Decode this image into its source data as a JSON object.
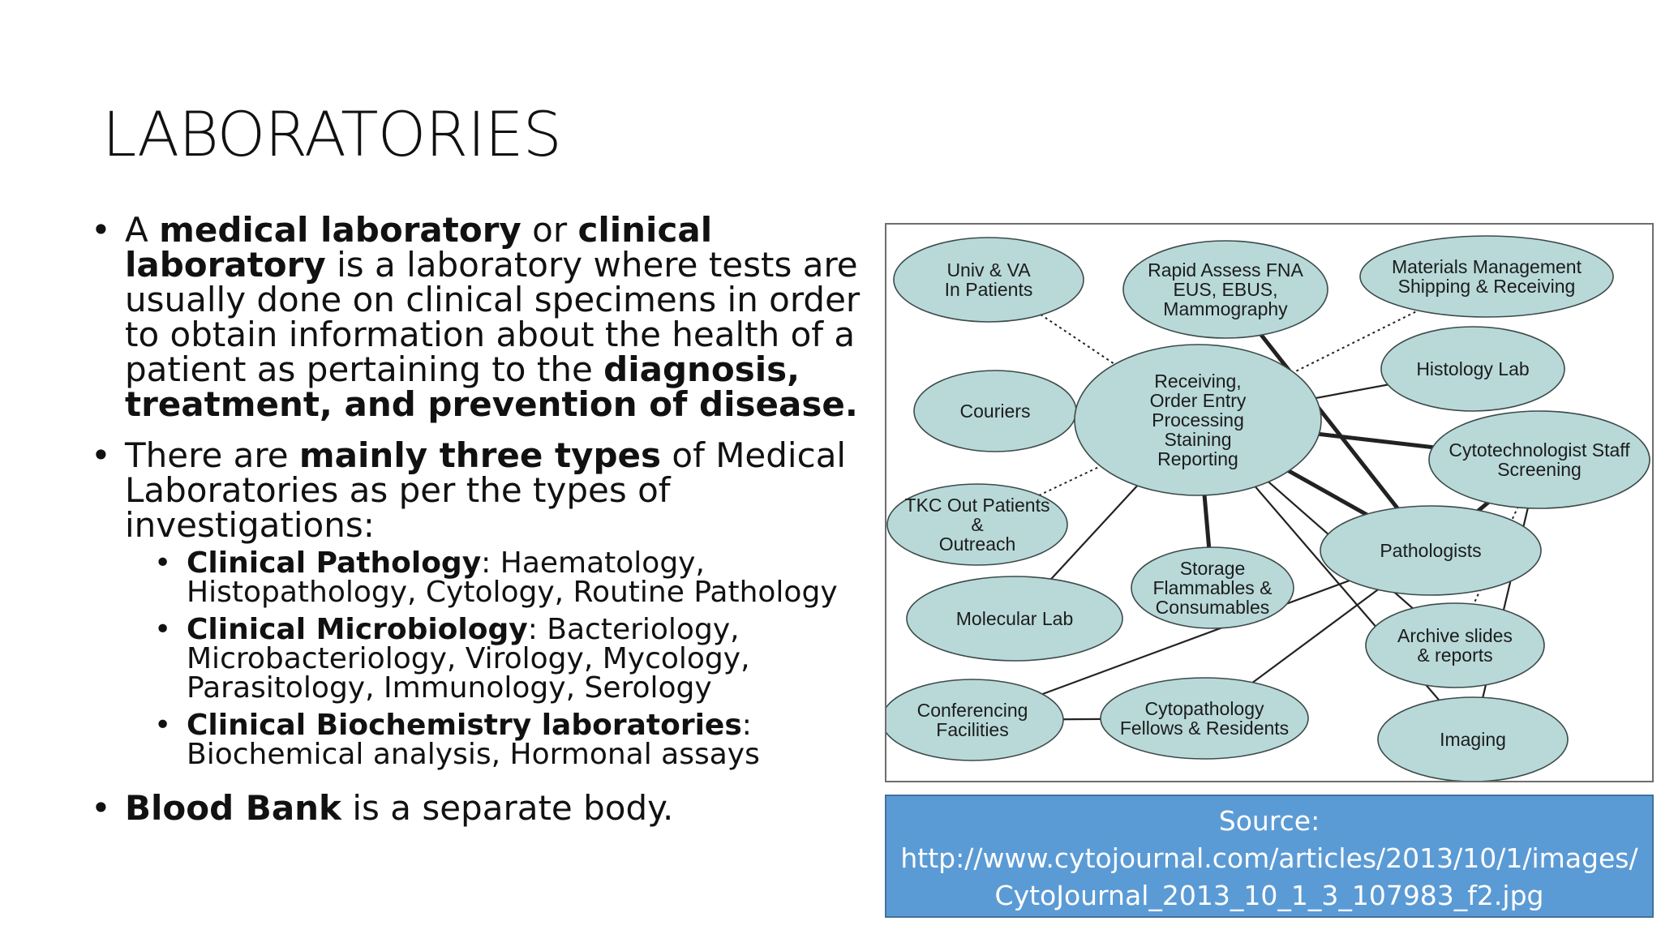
{
  "slide": {
    "title": "LABORATORIES",
    "bullet1": {
      "t1": "A ",
      "b1": "medical laboratory",
      "t2": " or ",
      "b2": "clinical laboratory",
      "t3": " is a laboratory where tests are usually done on clinical specimens in order to obtain information about the health of a patient as pertaining to the ",
      "b3": "diagnosis, treatment, and prevention of disease."
    },
    "bullet2": {
      "t1": "There are ",
      "b1": "mainly three types",
      "t2": " of Medical Laboratories as per the types of investigations:"
    },
    "subbullets": [
      {
        "bold": "Clinical Pathology",
        "text": ": Haematology, Histopathology, Cytology, Routine Pathology"
      },
      {
        "bold": "Clinical Microbiology",
        "text": ": Bacteriology, Microbacteriology, Virology, Mycology, Parasitology, Immunology, Serology"
      },
      {
        "bold": "Clinical Biochemistry laboratories",
        "text": ": Biochemical analysis, Hormonal assays"
      }
    ],
    "bullet3": {
      "b1": "Blood Bank",
      "t1": " is a separate body."
    },
    "source": {
      "line1": "Source:",
      "line2": "http://www.cytojournal.com/articles/2013/10/1/images/",
      "line3": "CytoJournal_2013_10_1_3_107983_f2.jpg"
    }
  },
  "diagram": {
    "nodes": [
      {
        "id": "univ",
        "lines": [
          "Univ & VA",
          "In Patients"
        ]
      },
      {
        "id": "rapid",
        "lines": [
          "Rapid Assess FNA",
          "EUS, EBUS,",
          "Mammography"
        ]
      },
      {
        "id": "materials",
        "lines": [
          "Materials Management",
          "Shipping & Receiving"
        ]
      },
      {
        "id": "couriers",
        "lines": [
          "Couriers"
        ]
      },
      {
        "id": "receiving",
        "lines": [
          "Receiving,",
          "Order Entry",
          "Processing",
          "Staining",
          "Reporting"
        ]
      },
      {
        "id": "histology",
        "lines": [
          "Histology Lab"
        ]
      },
      {
        "id": "cytotech",
        "lines": [
          "Cytotechnologist Staff",
          "Screening"
        ]
      },
      {
        "id": "tkc",
        "lines": [
          "TKC Out Patients",
          "&",
          "Outreach"
        ]
      },
      {
        "id": "storage",
        "lines": [
          "Storage",
          "Flammables &",
          "Consumables"
        ]
      },
      {
        "id": "pathologists",
        "lines": [
          "Pathologists"
        ]
      },
      {
        "id": "molecular",
        "lines": [
          "Molecular Lab"
        ]
      },
      {
        "id": "archive",
        "lines": [
          "Archive slides",
          "& reports"
        ]
      },
      {
        "id": "conferencing",
        "lines": [
          "Conferencing",
          "Facilities"
        ]
      },
      {
        "id": "cytopath",
        "lines": [
          "Cytopathology",
          "Fellows & Residents"
        ]
      },
      {
        "id": "imaging",
        "lines": [
          "Imaging"
        ]
      }
    ],
    "edges": [
      {
        "from": "univ",
        "to": "receiving",
        "style": "dotted"
      },
      {
        "from": "couriers",
        "to": "receiving",
        "style": "thick"
      },
      {
        "from": "materials",
        "to": "receiving",
        "style": "dotted"
      },
      {
        "from": "tkc",
        "to": "receiving",
        "style": "dotted"
      },
      {
        "from": "histology",
        "to": "receiving",
        "style": "thin"
      },
      {
        "from": "molecular",
        "to": "receiving",
        "style": "thin"
      },
      {
        "from": "storage",
        "to": "receiving",
        "style": "thick"
      },
      {
        "from": "rapid",
        "to": "pathologists",
        "style": "thick"
      },
      {
        "from": "receiving",
        "to": "cytotech",
        "style": "thick"
      },
      {
        "from": "receiving",
        "to": "pathologists",
        "style": "thick"
      },
      {
        "from": "receiving",
        "to": "archive",
        "style": "thin"
      },
      {
        "from": "receiving",
        "to": "imaging",
        "style": "thin"
      },
      {
        "from": "cytotech",
        "to": "pathologists",
        "style": "thick"
      },
      {
        "from": "cytotech",
        "to": "archive",
        "style": "dotted"
      },
      {
        "from": "cytotech",
        "to": "imaging",
        "style": "thin"
      },
      {
        "from": "conferencing",
        "to": "pathologists",
        "style": "thin"
      },
      {
        "from": "conferencing",
        "to": "cytopath",
        "style": "thin"
      },
      {
        "from": "cytopath",
        "to": "pathologists",
        "style": "thin"
      }
    ]
  }
}
